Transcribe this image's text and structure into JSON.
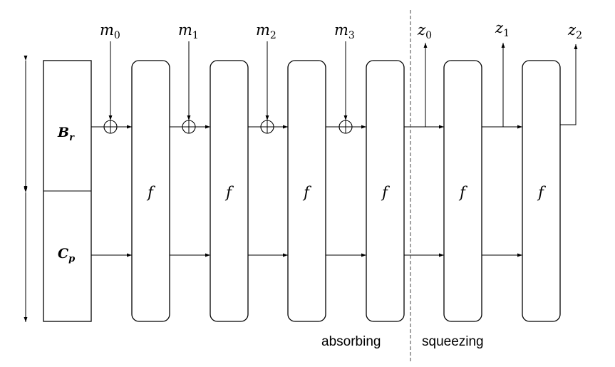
{
  "state": {
    "rate_label": {
      "main": "B",
      "sub": "r"
    },
    "capacity_label": {
      "main": "C",
      "sub": "p"
    }
  },
  "permutation": {
    "label": "f",
    "count": 6
  },
  "message_blocks": [
    {
      "main": "m",
      "sub": "0"
    },
    {
      "main": "m",
      "sub": "1"
    },
    {
      "main": "m",
      "sub": "2"
    },
    {
      "main": "m",
      "sub": "3"
    }
  ],
  "output_blocks": [
    {
      "main": "z",
      "sub": "0"
    },
    {
      "main": "z",
      "sub": "1"
    },
    {
      "main": "z",
      "sub": "2"
    }
  ],
  "phases": {
    "absorbing": "absorbing",
    "squeezing": "squeezing"
  }
}
